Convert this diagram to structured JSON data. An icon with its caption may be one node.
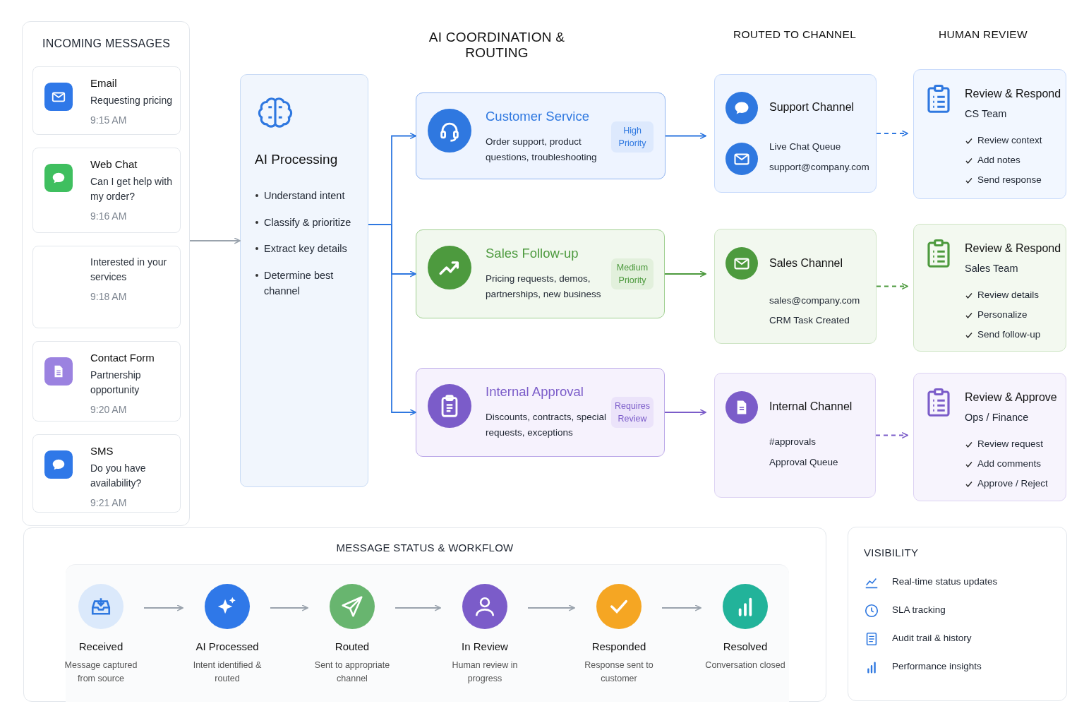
{
  "diagram": {
    "nodes": [
      {
        "text": [
          "INCOMING MESSAGES"
        ]
      },
      {
        "text": [
          "Email",
          "Requesting pricing",
          "9:15 AM"
        ],
        "in": 0
      },
      {
        "text": [
          "Web Chat",
          "Can I get help with my order?",
          "9:16 AM"
        ],
        "in": 0
      },
      {
        "text": [
          "Interested in your services",
          "9:18 AM"
        ],
        "in": 0
      },
      {
        "text": [
          "Contact Form",
          "Partnership opportunity",
          "9:20 AM"
        ],
        "in": 0
      },
      {
        "text": [
          "SMS",
          "Do you have availability?",
          "9:21 AM"
        ],
        "in": 0
      },
      {
        "text": [
          "AI Processing",
          "Understand intent",
          "Classify & prioritize",
          "Extract key details",
          "Determine best channel"
        ]
      },
      {
        "text": [
          "Customer Service",
          "Order support, product questions, troubleshooting",
          "High Priority"
        ]
      },
      {
        "text": [
          "Sales Follow-up",
          "Pricing requests, demos, partnerships, new business",
          "Medium Priority"
        ]
      },
      {
        "text": [
          "Internal Approval",
          "Discounts, contracts, special requests, exceptions",
          "Requires Review"
        ]
      },
      {
        "text": [
          "Support Channel",
          "Live Chat Queue",
          "support@company.com"
        ]
      },
      {
        "text": [
          "Sales Channel",
          "sales@company.com",
          "CRM Task Created"
        ]
      },
      {
        "text": [
          "Internal Channel",
          "#approvals",
          "Approval Queue"
        ]
      },
      {
        "text": [
          "Review & Respond",
          "CS Team",
          "Review context",
          "Add notes",
          "Send response"
        ]
      },
      {
        "text": [
          "Review & Respond",
          "Sales Team",
          "Review details",
          "Personalize",
          "Send follow-up"
        ]
      },
      {
        "text": [
          "Review & Approve",
          "Ops / Finance",
          "Review request",
          "Add comments",
          "Approve / Reject"
        ]
      },
      {
        "text": [
          "MESSAGE STATUS & WORKFLOW"
        ]
      },
      {
        "text": [
          "Received",
          "Message captured from source"
        ],
        "in": 16
      },
      {
        "text": [
          "AI Processed",
          "Intent identified & routed"
        ],
        "in": 16
      },
      {
        "text": [
          "Routed",
          "Sent to appropriate channel"
        ],
        "in": 16
      },
      {
        "text": [
          "In Review",
          "Human review in progress"
        ],
        "in": 16
      },
      {
        "text": [
          "Responded",
          "Response sent to customer"
        ],
        "in": 16
      },
      {
        "text": [
          "Resolved",
          "Conversation closed"
        ],
        "in": 16
      },
      {
        "text": [
          "VISIBILITY",
          "Real-time status updates",
          "SLA tracking",
          "Audit trail & history",
          "Performance insights"
        ]
      }
    ],
    "edges": [
      {
        "from": 0,
        "to": 6,
        "arrow": "to",
        "color": "#9aa3ad"
      },
      {
        "from": 6,
        "to": 7,
        "arrow": "to",
        "color": "#2f78e0"
      },
      {
        "from": 6,
        "to": 8,
        "arrow": "to",
        "color": "#2f78e0"
      },
      {
        "from": 6,
        "to": 9,
        "arrow": "to",
        "color": "#2f78e0"
      },
      {
        "from": 7,
        "to": 10,
        "arrow": "to",
        "color": "#2f78e0"
      },
      {
        "from": 8,
        "to": 11,
        "arrow": "to",
        "color": "#4d9a3e"
      },
      {
        "from": 9,
        "to": 12,
        "arrow": "to",
        "color": "#7b5cc9"
      },
      {
        "from": 10,
        "to": 13,
        "arrow": "to",
        "style": "dashed",
        "color": "#2f78e0"
      },
      {
        "from": 11,
        "to": 14,
        "arrow": "to",
        "style": "dashed",
        "color": "#4d9a3e"
      },
      {
        "from": 12,
        "to": 15,
        "arrow": "to",
        "style": "dashed",
        "color": "#7b5cc9"
      },
      {
        "from": 17,
        "to": 18,
        "arrow": "to",
        "color": "#9aa3ad"
      },
      {
        "from": 18,
        "to": 19,
        "arrow": "to",
        "color": "#9aa3ad"
      },
      {
        "from": 19,
        "to": 20,
        "arrow": "to",
        "color": "#9aa3ad"
      },
      {
        "from": 20,
        "to": 21,
        "arrow": "to",
        "color": "#9aa3ad"
      },
      {
        "from": 21,
        "to": 22,
        "arrow": "to",
        "color": "#9aa3ad"
      }
    ],
    "labels": [
      "AI COORDINATION & ROUTING",
      "ROUTED TO CHANNEL",
      "HUMAN REVIEW"
    ]
  }
}
